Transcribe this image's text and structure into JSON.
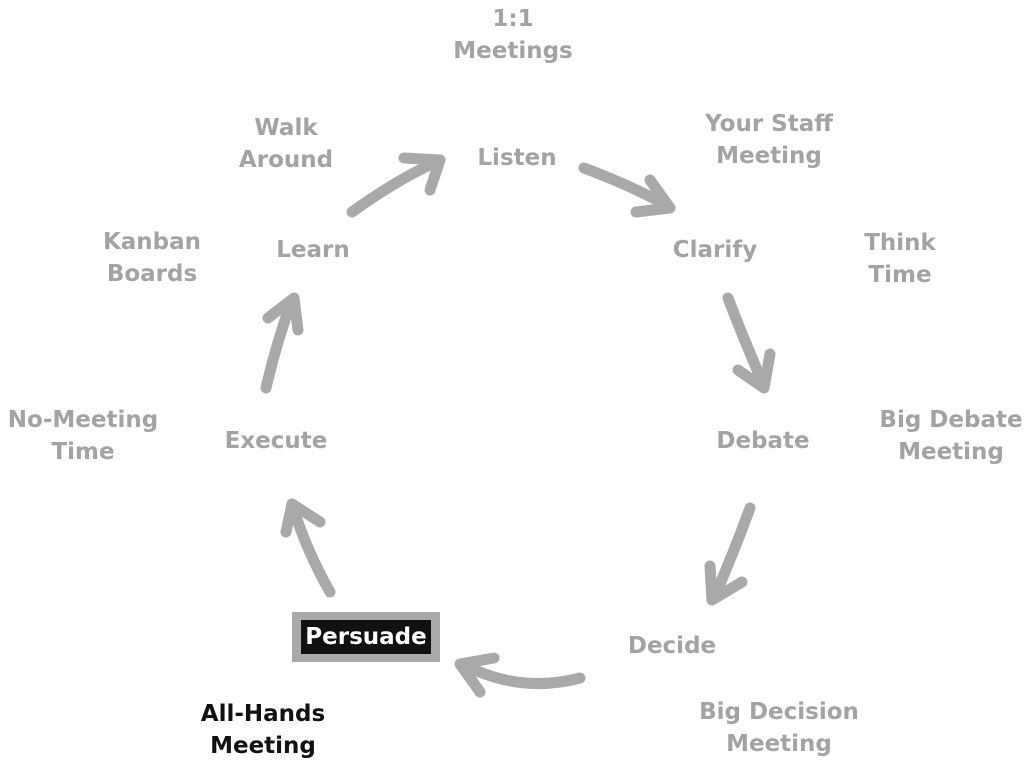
{
  "cycle": {
    "listen": "Listen",
    "clarify": "Clarify",
    "debate": "Debate",
    "decide": "Decide",
    "persuade": "Persuade",
    "execute": "Execute",
    "learn": "Learn"
  },
  "practices": {
    "one_on_one": [
      "1:1",
      "Meetings"
    ],
    "staff_meeting": [
      "Your Staff",
      "Meeting"
    ],
    "think_time": [
      "Think",
      "Time"
    ],
    "big_debate": [
      "Big Debate",
      "Meeting"
    ],
    "big_decision": [
      "Big Decision",
      "Meeting"
    ],
    "all_hands": [
      "All-Hands",
      "Meeting"
    ],
    "no_meeting": [
      "No-Meeting",
      "Time"
    ],
    "kanban": [
      "Kanban",
      "Boards"
    ],
    "walk_around": [
      "Walk",
      "Around"
    ]
  },
  "highlighted_step": "persuade",
  "colors": {
    "step_text": "#a3a3a3",
    "arrow": "#a9a9a9",
    "highlight_bg": "#111111",
    "highlight_border": "#a9a9a9",
    "highlight_text": "#ffffff",
    "emphasis_text": "#111111"
  }
}
